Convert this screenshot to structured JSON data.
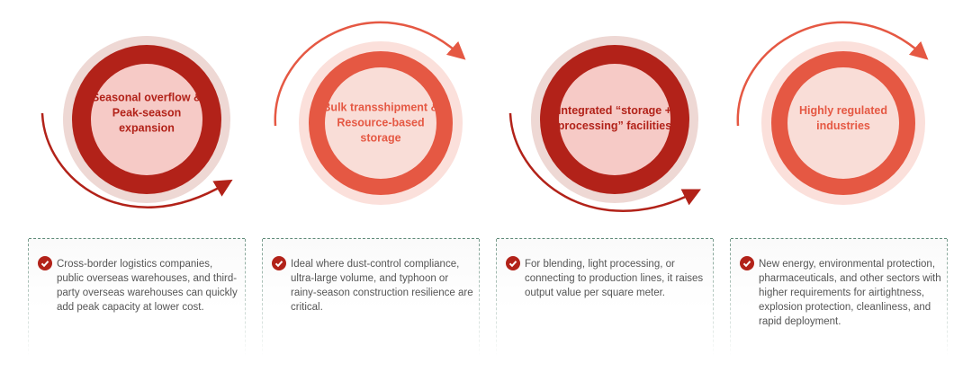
{
  "colors": {
    "dark": "#b22219",
    "light": "#e55843",
    "text_gray": "#555555",
    "border": "#5e8a78"
  },
  "items": [
    {
      "title": "Seasonal overflow & Peak-season expansion",
      "style": "dark",
      "arrow": "bottom",
      "icon": "check-circle-icon",
      "description": "Cross-border logistics companies, public overseas warehouses, and third-party overseas warehouses can quickly add peak capacity at lower cost."
    },
    {
      "title": "Bulk transshipment & Resource-based storage",
      "style": "light",
      "arrow": "top",
      "icon": "check-circle-icon",
      "description": "Ideal where dust-control compliance, ultra-large volume, and typhoon or rainy-season construction resilience are critical."
    },
    {
      "title": "Integrated “storage + processing” facilities",
      "style": "dark",
      "arrow": "bottom",
      "icon": "check-circle-icon",
      "description": "For blending, light processing, or connecting to production lines, it raises output value per square meter."
    },
    {
      "title": "Highly regulated industries",
      "style": "light",
      "arrow": "top",
      "icon": "check-circle-icon",
      "description": "New energy, environmental protection, pharmaceuticals, and other sectors with higher requirements for airtightness, explosion protection, cleanliness, and rapid deployment."
    }
  ]
}
